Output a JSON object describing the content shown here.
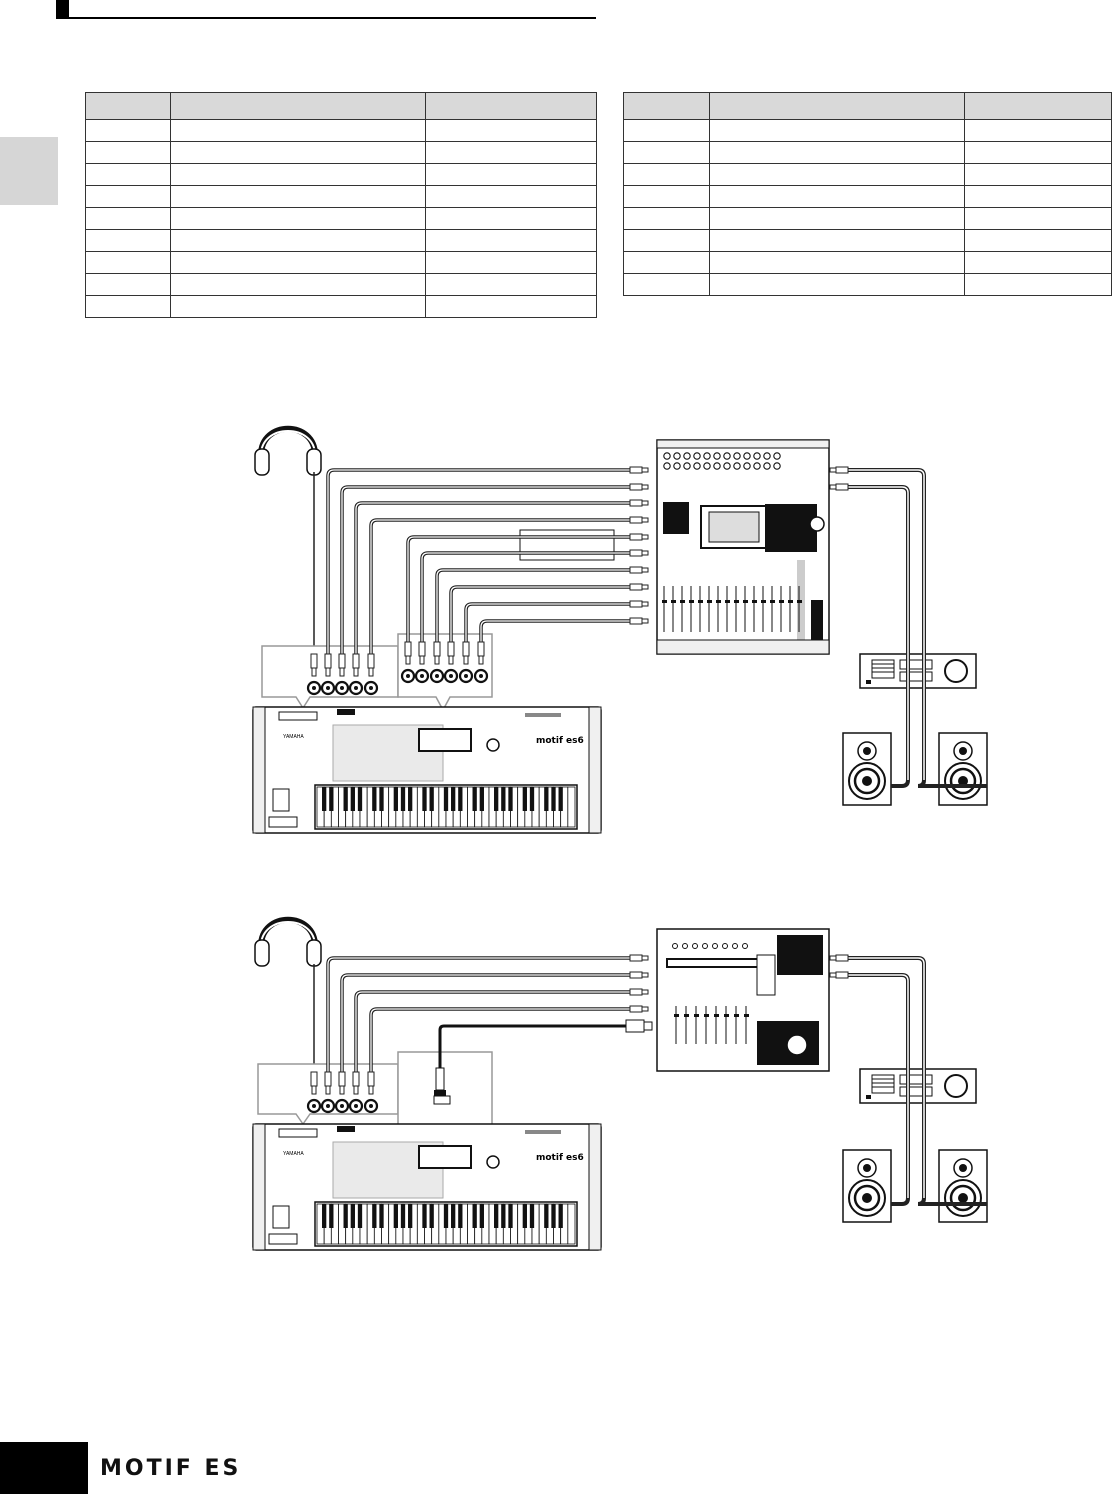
{
  "header": {
    "rule_color": "#000000"
  },
  "side_tab": {
    "color": "#d6d6d6"
  },
  "tables": {
    "left": {
      "headers": [
        "",
        "",
        ""
      ],
      "rows": [
        [
          "",
          "",
          ""
        ],
        [
          "",
          "",
          ""
        ],
        [
          "",
          "",
          ""
        ],
        [
          "",
          "",
          ""
        ],
        [
          "",
          "",
          ""
        ],
        [
          "",
          "",
          ""
        ],
        [
          "",
          "",
          ""
        ],
        [
          "",
          "",
          ""
        ],
        [
          "",
          "",
          ""
        ]
      ]
    },
    "right": {
      "headers": [
        "",
        "",
        ""
      ],
      "rows": [
        [
          "",
          "",
          ""
        ],
        [
          "",
          "",
          ""
        ],
        [
          "",
          "",
          ""
        ],
        [
          "",
          "",
          ""
        ],
        [
          "",
          "",
          ""
        ],
        [
          "",
          "",
          ""
        ],
        [
          "",
          "",
          ""
        ],
        [
          "",
          "",
          ""
        ]
      ]
    }
  },
  "figures": {
    "top": {
      "keyboard_logo": "MOTIF ES6",
      "cable_count_left": 5,
      "cable_count_right": 6
    },
    "bottom": {
      "keyboard_logo": "MOTIF ES6",
      "cable_count_left": 5
    }
  },
  "footer": {
    "logo_text": "MOTIF ES",
    "block_color": "#000000"
  }
}
